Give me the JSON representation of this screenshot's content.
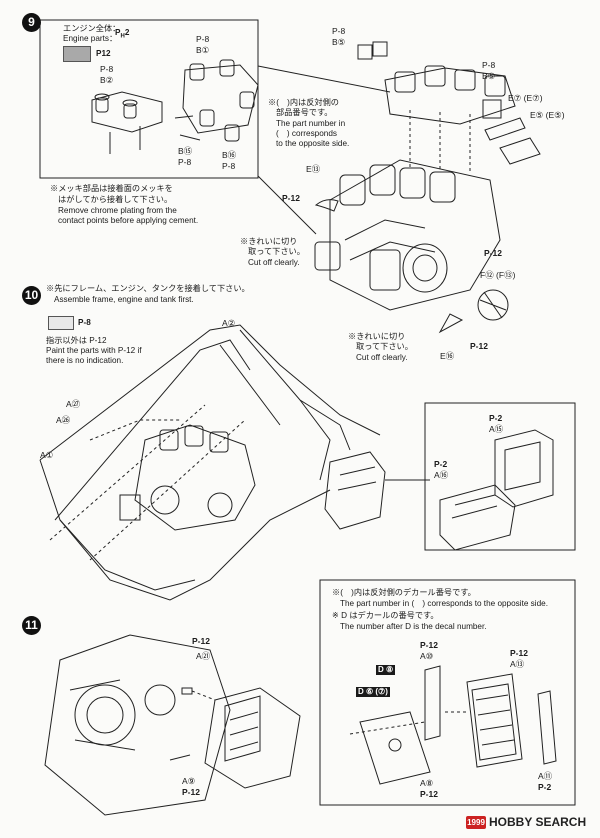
{
  "steps": [
    "9",
    "10",
    "11"
  ],
  "step9": {
    "legend_jp": "エンジン全体：",
    "legend_en": "Engine parts：",
    "legend_code": "P",
    "legend_sub": "H",
    "legend_num": "2",
    "swatch_code": "P",
    "swatch_num": "12",
    "note_side_jp1": "※(　)内は反対側の",
    "note_side_jp2": "部品番号です。",
    "note_side_en1": "The part number in",
    "note_side_en2": "(　) corresponds",
    "note_side_en3": "to the opposite side.",
    "note_chrome_jp1": "※メッキ部品は接着面のメッキを",
    "note_chrome_jp2": "はがしてから接着して下さい。",
    "note_chrome_en1": "Remove chrome plating from the",
    "note_chrome_en2": "contact points before applying cement.",
    "note_cut_jp1": "※きれいに切り",
    "note_cut_jp2": "取って下さい。",
    "note_cut_en": "Cut off clearly.",
    "note_cut2_jp1": "※きれいに切り",
    "note_cut2_jp2": "取って下さい。",
    "note_cut2_en": "Cut off clearly.",
    "parts": [
      "P-8",
      "B⑤",
      "P-8",
      "B①",
      "P-8",
      "B②",
      "B⑮",
      "P-8",
      "B⑯",
      "P-8",
      "P-8",
      "B⑤",
      "E⑦ (E⑦)",
      "E⑤ (E⑤)",
      "E⑬",
      "P-12",
      "P-12",
      "F⑫ (F⑬)",
      "E⑯",
      "P-12"
    ]
  },
  "step10": {
    "note_jp": "※先にフレーム、エンジン、タンクを接着して下さい。",
    "note_en": "Assemble frame, engine and tank first.",
    "swatch_code": "P-8",
    "paint_jp": "指示以外は P-12",
    "paint_en1": "Paint the parts with P-12 if",
    "paint_en2": "there is no indication.",
    "parts": [
      "A②",
      "A㉗",
      "A㉖",
      "A①",
      "P-2",
      "A⑮",
      "P-2",
      "A⑯"
    ]
  },
  "step11": {
    "note1_jp": "※(　)内は反対側のデカール番号です。",
    "note1_en": "The part number in (　) corresponds to the opposite side.",
    "note2_jp": "※ D はデカールの番号です。",
    "note2_en": "The number after D is the decal number.",
    "parts": [
      "P-12",
      "A㉑",
      "P-12",
      "A⑩",
      "P-12",
      "A⑬",
      "D ⑧",
      "D ⑥ (⑦)",
      "A⑧",
      "P-12",
      "A⑨",
      "P-12",
      "A⑪",
      "P-2"
    ]
  },
  "watermark": {
    "brand": "HOBBY SEARCH",
    "mark": "1999"
  }
}
